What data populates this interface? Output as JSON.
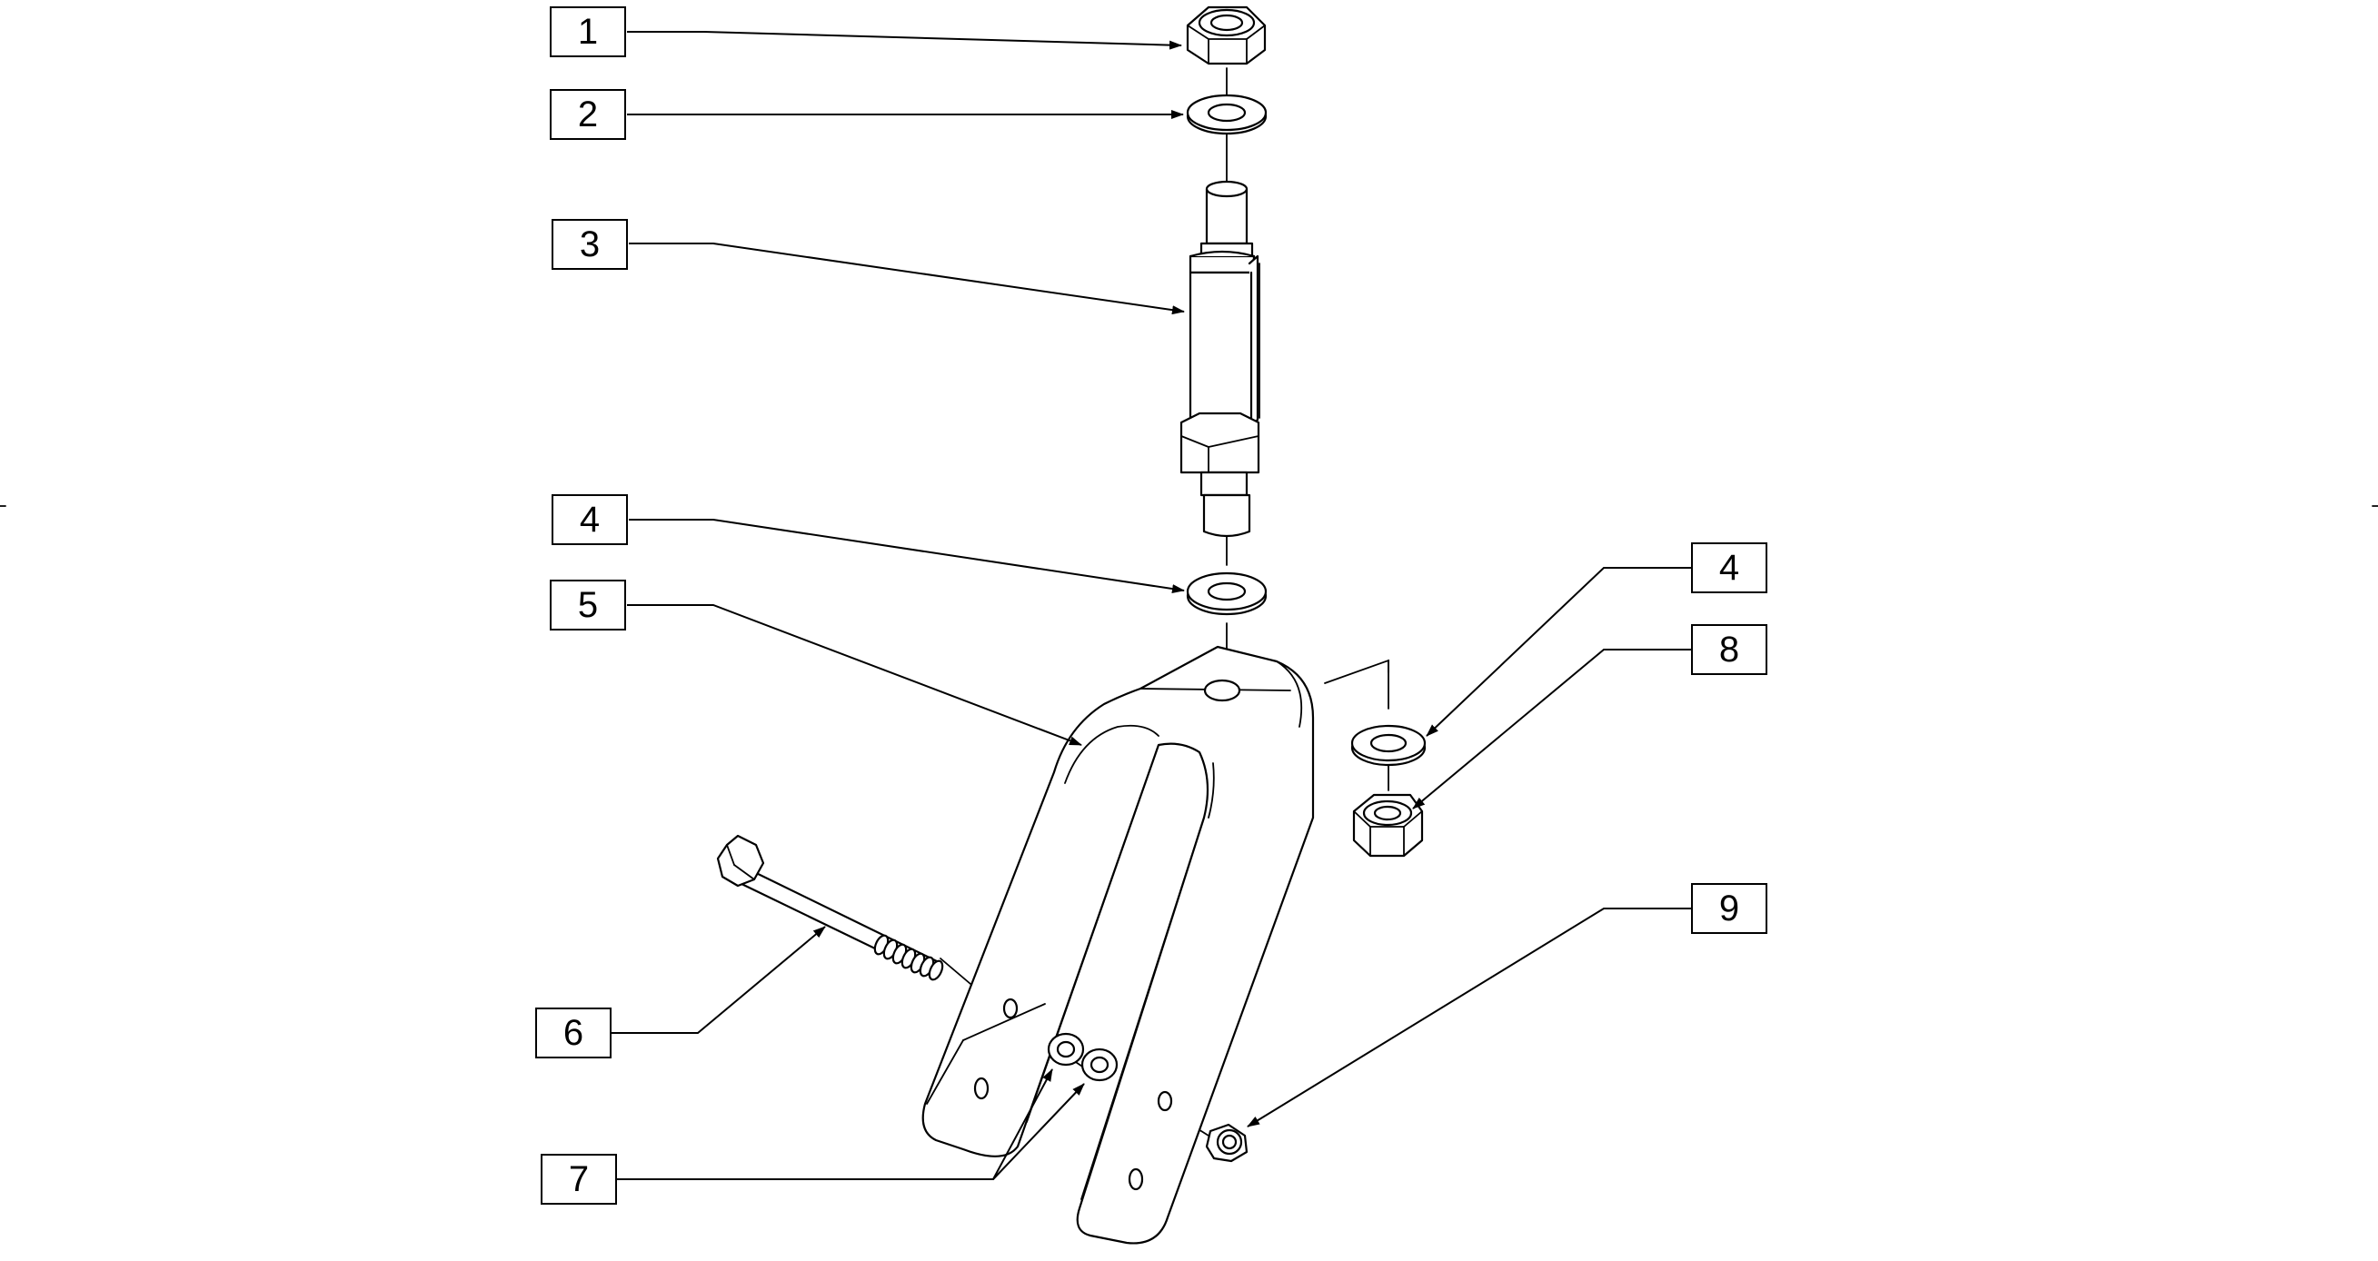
{
  "callouts": [
    {
      "id": "c1",
      "label": "1"
    },
    {
      "id": "c2",
      "label": "2"
    },
    {
      "id": "c3",
      "label": "3"
    },
    {
      "id": "c4a",
      "label": "4"
    },
    {
      "id": "c5",
      "label": "5"
    },
    {
      "id": "c6",
      "label": "6"
    },
    {
      "id": "c7",
      "label": "7"
    },
    {
      "id": "c4b",
      "label": "4"
    },
    {
      "id": "c8",
      "label": "8"
    },
    {
      "id": "c9",
      "label": "9"
    }
  ],
  "colors": {
    "line": "#000000",
    "background": "#ffffff"
  }
}
